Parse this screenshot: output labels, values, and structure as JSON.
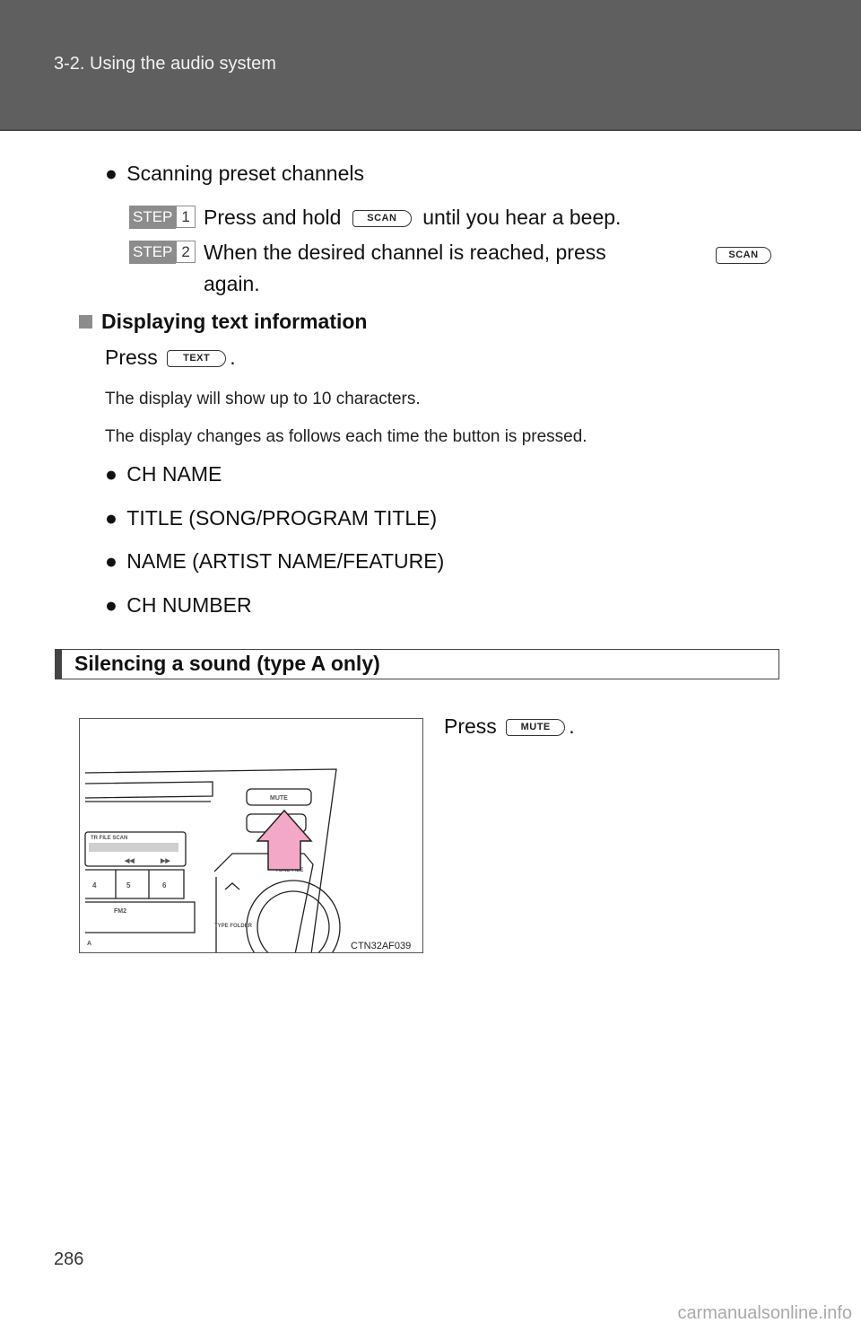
{
  "header": {
    "section": "3-2. Using the audio system"
  },
  "scan": {
    "heading": "Scanning preset channels",
    "step_label": "STEP",
    "step1_num": "1",
    "step1_a": "Press and hold",
    "step1_b": "until you hear a beep.",
    "step2_num": "2",
    "step2_a": "When  the  desired  channel  is  reached,  press",
    "step2_b": "again.",
    "scan_button": "SCAN"
  },
  "text_info": {
    "heading": "Displaying text information",
    "press": "Press",
    "period": ".",
    "text_button": "TEXT",
    "note1": "The display will show up to 10 characters.",
    "note2": "The display changes as follows each time the button is pressed.",
    "items": [
      "CH NAME",
      "TITLE (SONG/PROGRAM TITLE)",
      "NAME (ARTIST NAME/FEATURE)",
      "CH NUMBER"
    ]
  },
  "mute": {
    "section_title": "Silencing a sound (type A only)",
    "press": "Press",
    "period": ".",
    "mute_button": "MUTE",
    "figure": {
      "code": "CTN32AF039",
      "btn_mute": "MUTE",
      "display_labels": "TR  FILE        SCAN",
      "presets": [
        "4",
        "5",
        "6"
      ],
      "fm": "FM2",
      "type_folder": "TYPE\nFOLDER",
      "tune_file": "TUNE·FILE",
      "seek_back": "◀◀",
      "seek_fwd": "▶▶",
      "corner_a": "A"
    }
  },
  "page_number": "286",
  "watermark": "carmanualsonline.info",
  "colors": {
    "header_bg": "#5f5f5f",
    "step_bg": "#8c8c8c",
    "arrow_fill": "#f4a8c8"
  }
}
